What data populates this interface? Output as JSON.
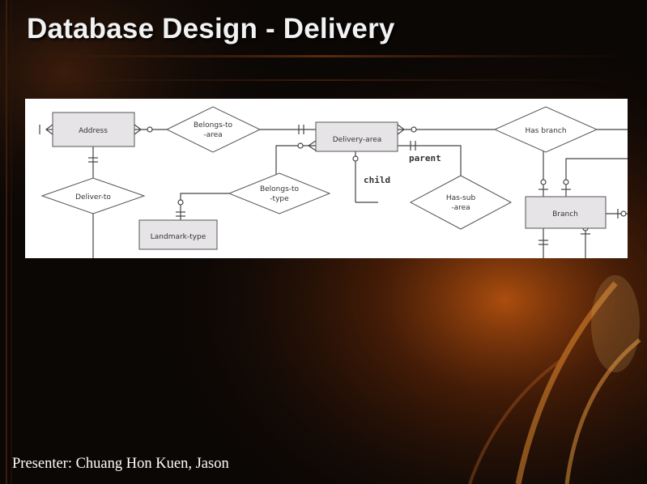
{
  "slide": {
    "title": "Database Design - Delivery",
    "presenter": "Presenter: Chuang Hon Kuen, Jason"
  },
  "diagram": {
    "entities": {
      "address": "Address",
      "delivery_area": "Delivery-area",
      "landmark_type": "Landmark-type",
      "branch": "Branch"
    },
    "relationships": {
      "belongs_to_area": [
        "Belongs-to",
        "-area"
      ],
      "has_branch": "Has branch",
      "deliver_to": "Deliver-to",
      "belongs_to_type": [
        "Belongs-to",
        "-type"
      ],
      "has_sub_area": [
        "Has-sub",
        "-area"
      ]
    },
    "roles": {
      "parent": "parent",
      "child": "child"
    }
  }
}
